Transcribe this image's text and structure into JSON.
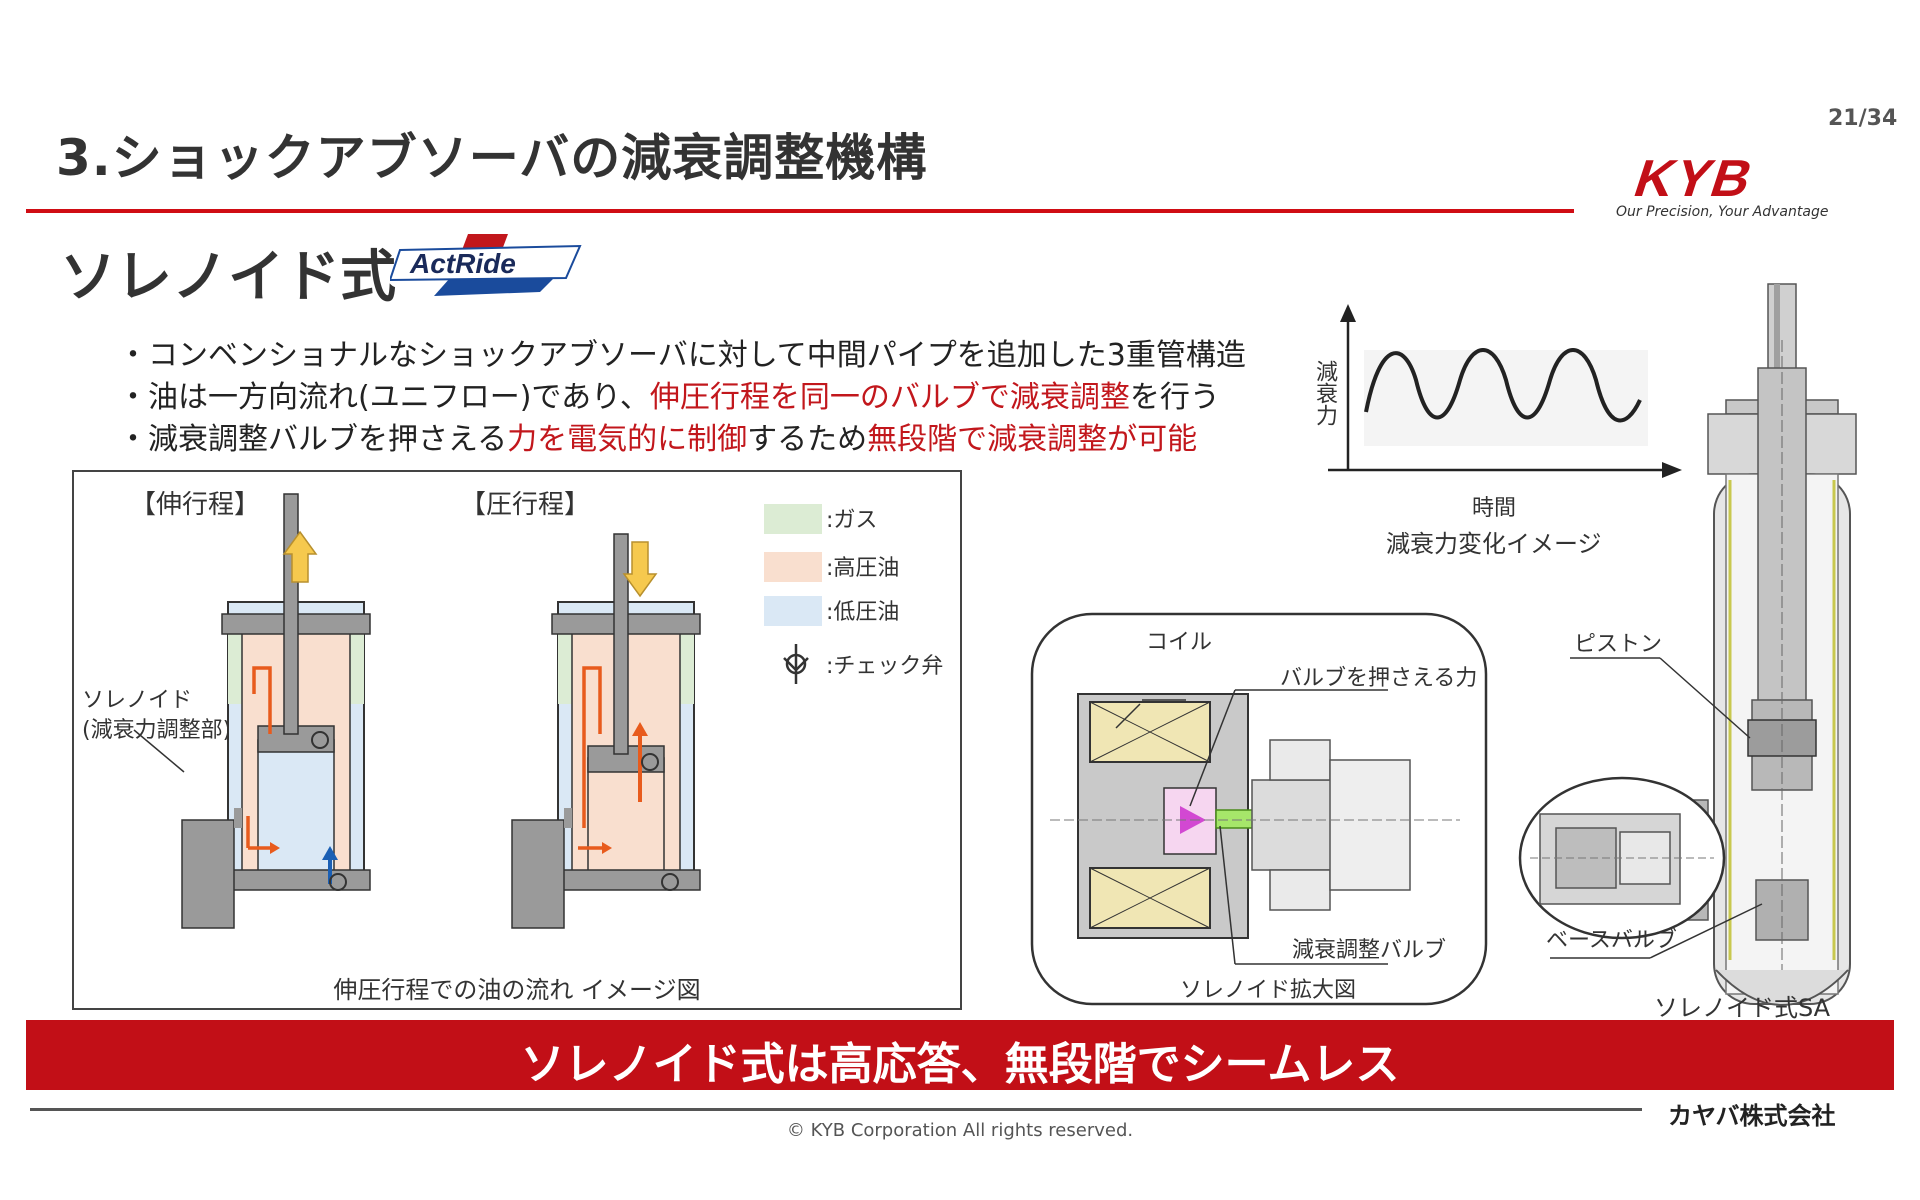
{
  "page_number": "21/34",
  "title": "3.ショックアブソーバの減衰調整機構",
  "brand": {
    "logo_text": "KYB",
    "tagline": "Our Precision, Your Advantage",
    "accent_color": "#c20f17"
  },
  "subtitle": "ソレノイド式",
  "badge": {
    "text": "ActRide",
    "colors": [
      "#c2171c",
      "#1a4b9c"
    ]
  },
  "bullets": [
    {
      "parts": [
        {
          "text": "・コンベンショナルなショックアブソーバに対して中間パイプを追加した3重管構造",
          "highlight": false
        }
      ]
    },
    {
      "parts": [
        {
          "text": "・油は一方向流れ(ユニフロー)であり、",
          "highlight": false
        },
        {
          "text": "伸圧行程を同一のバルブで減衰調整",
          "highlight": true
        },
        {
          "text": "を行う",
          "highlight": false
        }
      ]
    },
    {
      "parts": [
        {
          "text": "・減衰調整バルブを押さえる",
          "highlight": false
        },
        {
          "text": "力を電気的に制御",
          "highlight": true
        },
        {
          "text": "するため",
          "highlight": false
        },
        {
          "text": "無段階で減衰調整が可能",
          "highlight": true
        }
      ]
    }
  ],
  "flow_diagram": {
    "extension_label": "【伸行程】",
    "compression_label": "【圧行程】",
    "solenoid_label_1": "ソレノイド",
    "solenoid_label_2": "(減衰力調整部)",
    "caption": "伸圧行程での油の流れ イメージ図",
    "legend": [
      {
        "label": ":ガス",
        "color": "#dcecd4"
      },
      {
        "label": ":高圧油",
        "color": "#f9dfcf"
      },
      {
        "label": ":低圧油",
        "color": "#dae8f5"
      },
      {
        "label": ":チェック弁",
        "icon": "check-valve-icon"
      }
    ]
  },
  "damping_graph": {
    "y_label": "減衰力",
    "x_label": "時間",
    "caption": "減衰力変化イメージ"
  },
  "solenoid_closeup": {
    "coil_label": "コイル",
    "force_label": "バルブを押さえる力",
    "valve_label": "減衰調整バルブ",
    "caption": "ソレノイド拡大図"
  },
  "absorber_section": {
    "piston_label": "ピストン",
    "base_valve_label": "ベースバルブ",
    "caption": "ソレノイド式SA"
  },
  "banner_text": "ソレノイド式は高応答、無段階でシームレス",
  "company": "カヤバ株式会社",
  "copyright": "© KYB Corporation All rights reserved."
}
